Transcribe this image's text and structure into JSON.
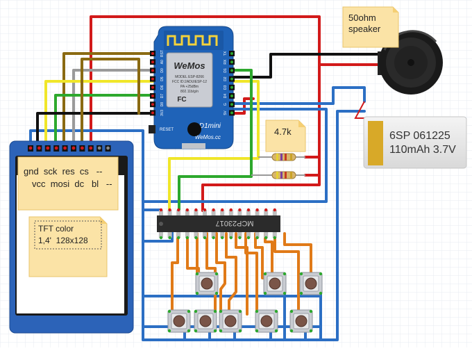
{
  "notes": {
    "speaker": [
      "50ohm",
      "speaker"
    ],
    "resistor": "4.7k",
    "tft_pins_row1": "gnd  sck  res  cs   --",
    "tft_pins_row2": "vcc  mosi  dc   bl   --",
    "tft_label": [
      "TFT color",
      "1,4'  128x128"
    ]
  },
  "battery": {
    "line1": "6SP 061225",
    "line2": "110mAh 3.7V"
  },
  "wemos": {
    "pins_left": [
      "RST",
      "A0",
      "D0",
      "D5",
      "D6",
      "D7",
      "D8",
      "3V3"
    ],
    "pins_right": [
      "TX",
      "RX",
      "D1",
      "D2",
      "D3",
      "D4",
      "G",
      "5V"
    ],
    "logo": "WeMos",
    "model_lines": [
      "MODEL ESP-8266",
      "FCC ID:2ADUIESP-12",
      "PA +25dBm",
      "802.11b/g/n"
    ],
    "fc": "FC",
    "d1mini": "D1mini",
    "site": "WeMos.cc",
    "reset": "RESET"
  },
  "chip": {
    "label": "MCP23017"
  },
  "colors": {
    "red": "#d21a1a",
    "blue": "#2c6fc4",
    "yellow": "#f0e62a",
    "green": "#2da82d",
    "brown": "#8a6a12",
    "gray": "#9a9a9a",
    "orange": "#e07a18",
    "black": "#111111",
    "wemos_board": "#1f63b8",
    "note": "#fbe3a6",
    "battery_gold": "#d8a928"
  }
}
